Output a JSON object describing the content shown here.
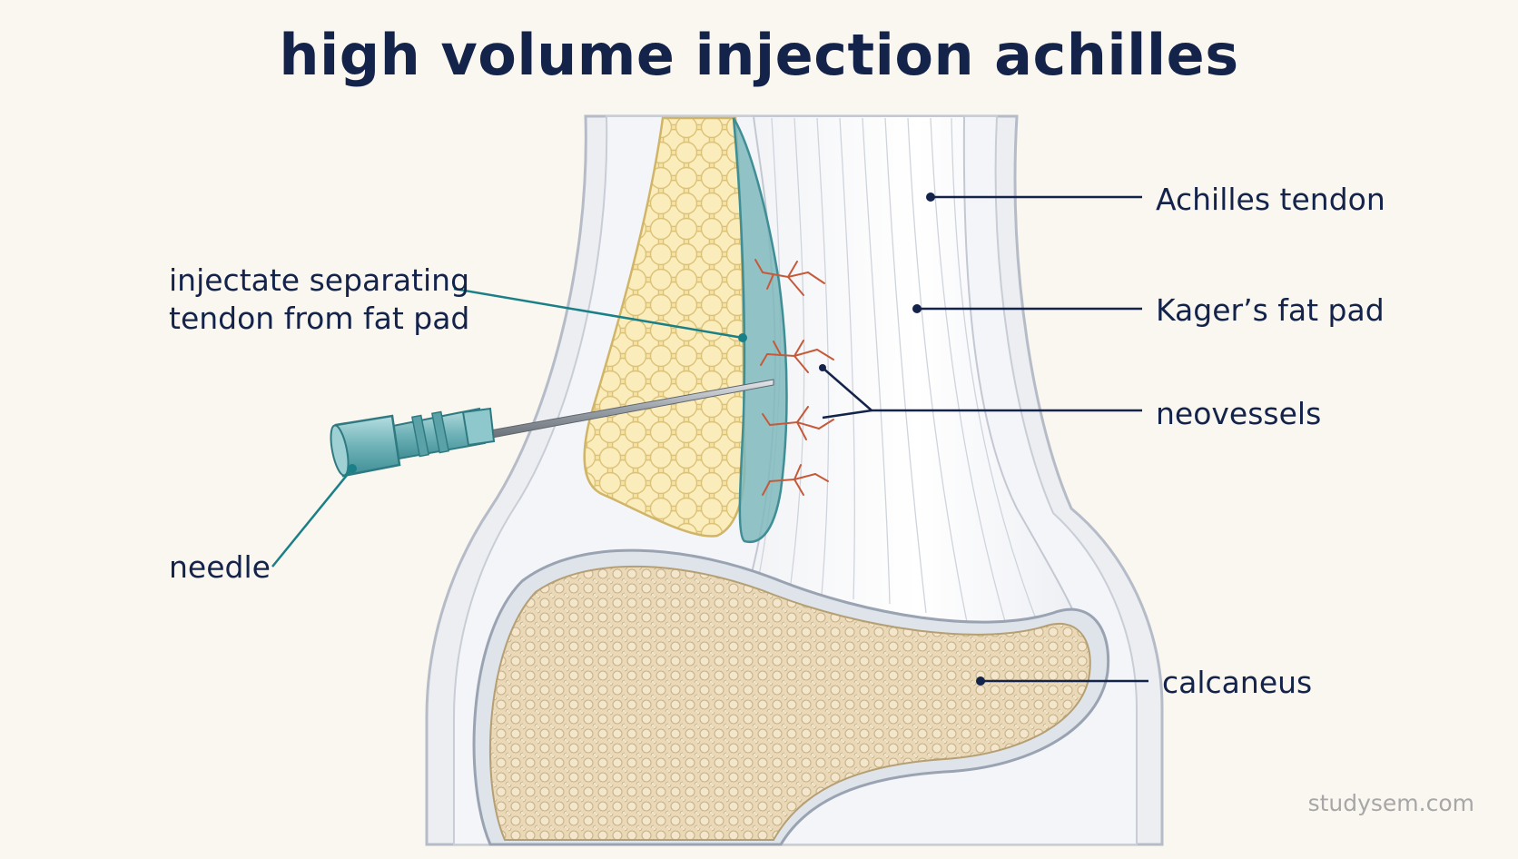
{
  "title": "high volume injection achilles",
  "labels": {
    "achilles_tendon": "Achilles tendon",
    "kagers_fat_pad": "Kager’s fat pad",
    "neovessels": "neovessels",
    "calcaneus": "calcaneus",
    "injectate_line1": "injectate separating",
    "injectate_line2": "tendon from fat pad",
    "needle": "needle"
  },
  "watermark": "studysem.com",
  "colors": {
    "title": "#14234a",
    "leader_dark": "#14234a",
    "leader_teal": "#1a7f86",
    "fat": "#f6e4a6",
    "injectate": "#7fb8bd",
    "bone": "#e9d8b6",
    "vessel": "#c55a3a"
  }
}
